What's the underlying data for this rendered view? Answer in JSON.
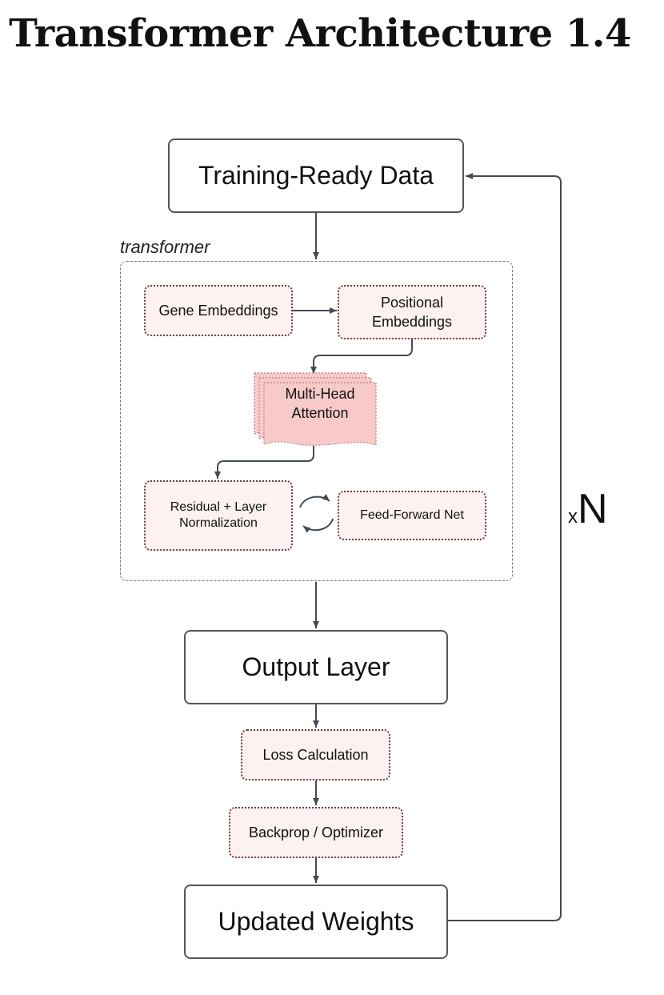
{
  "title": "Transformer Architecture 1.4",
  "group_label": "transformer",
  "repeat": {
    "prefix": "x",
    "symbol": "N"
  },
  "nodes": {
    "training_data": "Training-Ready Data",
    "gene_embeddings": "Gene Embeddings",
    "positional_embeddings": "Positional Embeddings",
    "multi_head_attention": "Multi-Head Attention",
    "residual_norm": "Residual + Layer Normalization",
    "feed_forward": "Feed-Forward Net",
    "output_layer": "Output Layer",
    "loss_calculation": "Loss Calculation",
    "backprop_optimizer": "Backprop / Optimizer",
    "updated_weights": "Updated Weights"
  },
  "colors": {
    "line": "#444a55",
    "box_border": "#555555",
    "pink_fill": "#fdf1f1",
    "pink_border": "#6e3c3c",
    "attention_fill": "#f7c9c9"
  }
}
